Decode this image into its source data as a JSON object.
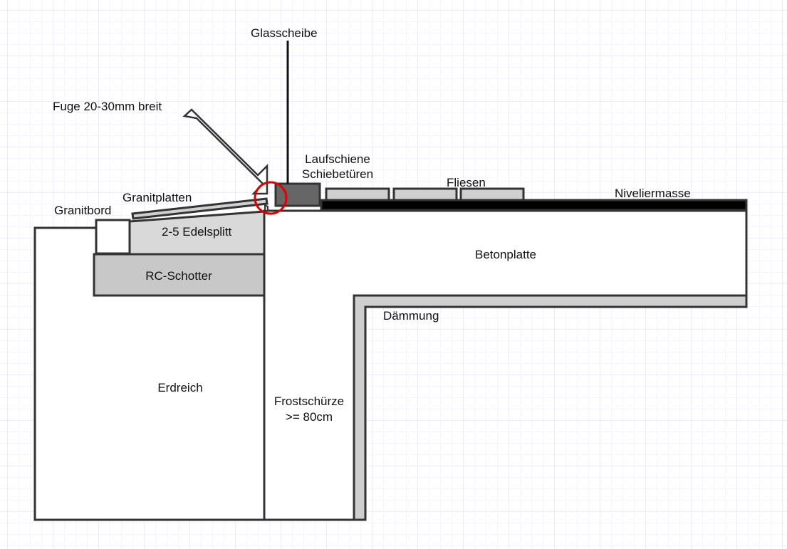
{
  "labels": {
    "glasscheibe": "Glasscheibe",
    "fuge": "Fuge 20-30mm breit",
    "laufschiene_1": "Laufschiene",
    "laufschiene_2": "Schiebetüren",
    "fliesen": "Fliesen",
    "niveliermasse": "Niveliermasse",
    "granitplatten": "Granitplatten",
    "granitbord": "Granitbord",
    "edelsplitt": "2-5 Edelsplitt",
    "rc_schotter": "RC-Schotter",
    "betonplatte": "Betonplatte",
    "daemmung": "Dämmung",
    "erdreich": "Erdreich",
    "frostschuerze_1": "Frostschürze",
    "frostschuerze_2": ">= 80cm"
  },
  "colors": {
    "outline": "#333333",
    "highlight": "#e00000",
    "grid": "#ecebfb"
  }
}
